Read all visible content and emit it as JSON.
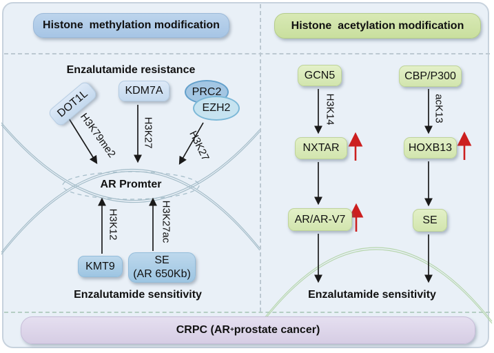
{
  "colors": {
    "background": "#e9f0f7",
    "methylation_header_bg": "#aecbe9",
    "methylation_node_bg": "#cfe1f3",
    "methylation_node_dark_bg": "#a9cde8",
    "prc2_bg": "#a3c6e3",
    "ezh2_bg": "#c6e3f0",
    "acetylation_header_bg": "#cfe5a8",
    "acetylation_node_bg": "#d9eab9",
    "footer_bg": "#ded7e9",
    "arc_blue": "#a4bcc8",
    "arc_green": "#b7d6ae",
    "black_arrow": "#1a1a1a",
    "red_arrow": "#cc1f1f"
  },
  "methylation": {
    "header": "Histone  methylation modification",
    "resistance": "Enzalutamide resistance",
    "dot1l": "DOT1L",
    "dot1l_mark": "H3K79me2",
    "kdm7a": "KDM7A",
    "kdm7a_mark": "H3K27",
    "prc2": "PRC2",
    "ezh2": "EZH2",
    "ezh2_mark": "H3K27",
    "promoter": "AR Promter",
    "kmt9": "KMT9",
    "kmt9_mark": "H3K12",
    "se_line1": "SE",
    "se_line2": "(AR 650Kb)",
    "se_mark": "H3K27ac",
    "sensitivity": "Enzalutamide sensitivity"
  },
  "acetylation": {
    "header": "Histone  acetylation modification",
    "gcn5": "GCN5",
    "gcn5_mark": "H3K14",
    "cbp_p300": "CBP/P300",
    "cbp_mark": "acK13",
    "nxtar": "NXTAR",
    "hoxb13": "HOXB13",
    "ar_arv7": "AR/AR-V7",
    "se": "SE",
    "sensitivity": "Enzalutamide sensitivity"
  },
  "footer": {
    "prefix": "CRPC (AR",
    "sup": "+",
    "suffix": " prostate cancer)"
  }
}
